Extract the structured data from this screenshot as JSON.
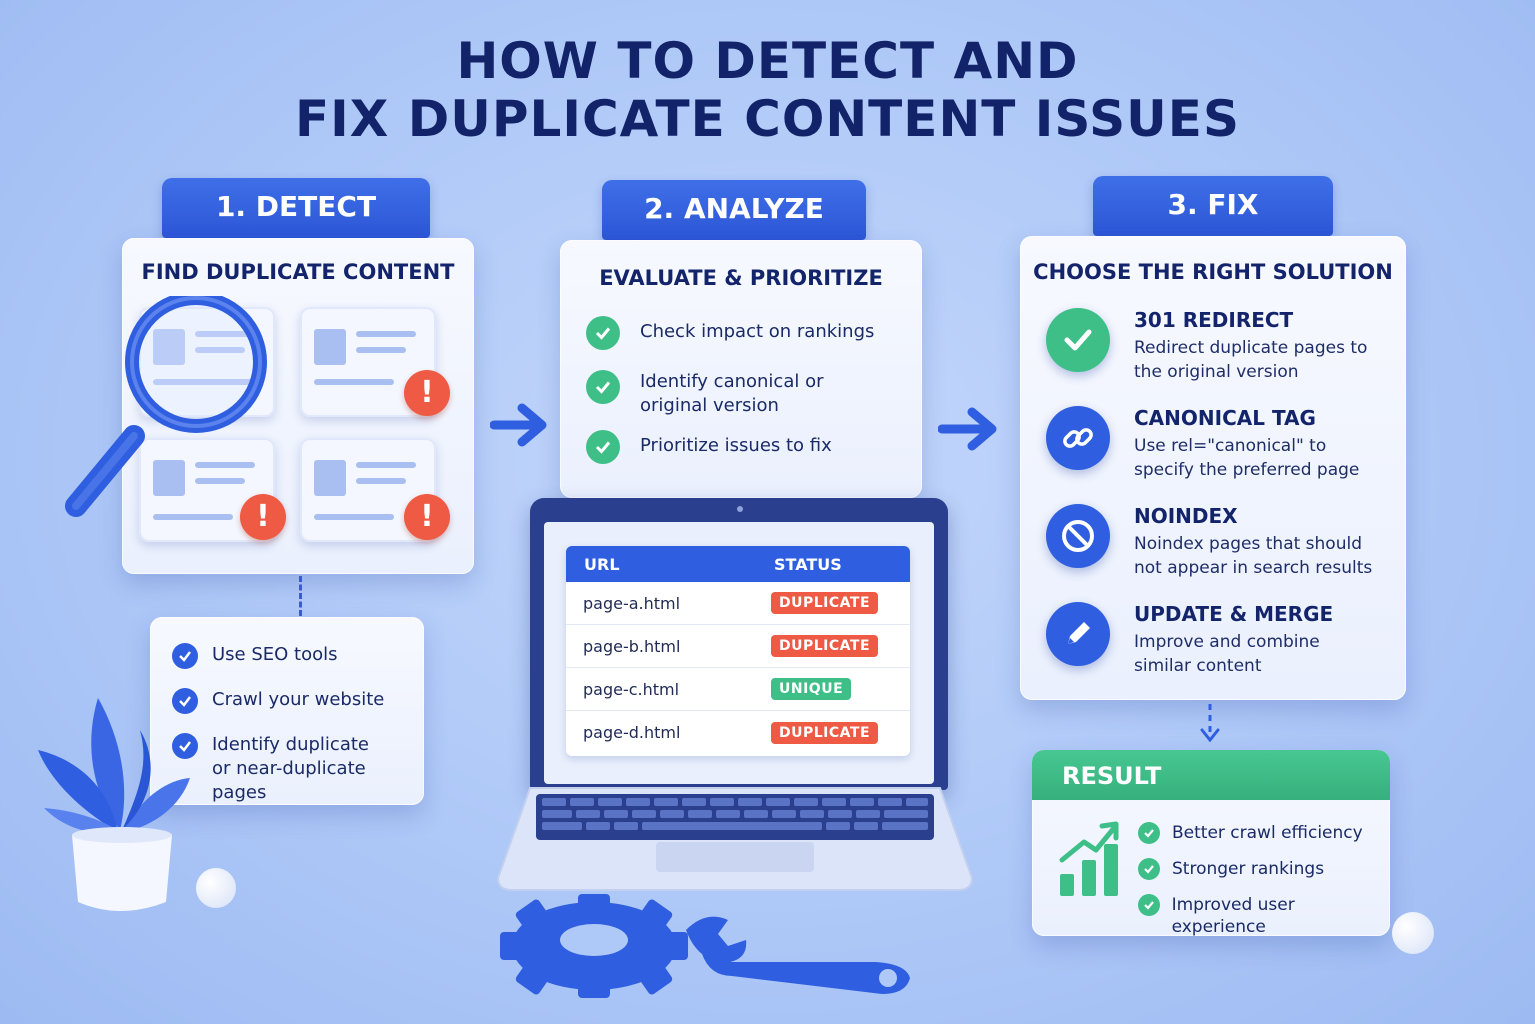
{
  "title": {
    "line1": "HOW TO DETECT AND",
    "line2": "FIX DUPLICATE CONTENT ISSUES"
  },
  "detect": {
    "tab": "1. DETECT",
    "heading": "FIND DUPLICATE CONTENT",
    "alert_symbol": "!",
    "items": [
      {
        "text": "Use SEO tools"
      },
      {
        "text": "Crawl your website"
      },
      {
        "text": "Identify duplicate or near-duplicate pages"
      }
    ]
  },
  "analyze": {
    "tab": "2. ANALYZE",
    "heading": "EVALUATE & PRIORITIZE",
    "items": [
      {
        "text": "Check impact on rankings"
      },
      {
        "text": "Identify canonical or original version"
      },
      {
        "text": "Prioritize issues to fix"
      }
    ],
    "table": {
      "headers": [
        "URL",
        "STATUS"
      ],
      "rows": [
        {
          "url": "page-a.html",
          "status": "DUPLICATE"
        },
        {
          "url": "page-b.html",
          "status": "DUPLICATE"
        },
        {
          "url": "page-c.html",
          "status": "UNIQUE"
        },
        {
          "url": "page-d.html",
          "status": "DUPLICATE"
        }
      ]
    }
  },
  "fix": {
    "tab": "3. FIX",
    "heading": "CHOOSE THE RIGHT SOLUTION",
    "options": [
      {
        "title": "301 REDIRECT",
        "desc": "Redirect duplicate pages to the original version",
        "icon": "check-icon",
        "color": "#3fbf88"
      },
      {
        "title": "CANONICAL TAG",
        "desc": "Use rel=\"canonical\" to specify the preferred page",
        "icon": "link-icon",
        "color": "#2f5fe0"
      },
      {
        "title": "NOINDEX",
        "desc": "Noindex pages that should not appear in search results",
        "icon": "prohibited-icon",
        "color": "#2f5fe0"
      },
      {
        "title": "UPDATE & MERGE",
        "desc": "Improve and combine similar content",
        "icon": "pencil-icon",
        "color": "#2f5fe0"
      }
    ]
  },
  "result": {
    "heading": "RESULT",
    "items": [
      {
        "text": "Better crawl efficiency"
      },
      {
        "text": "Stronger rankings"
      },
      {
        "text": "Improved user experience"
      }
    ]
  },
  "colors": {
    "accent": "#2f5fe0",
    "success": "#3fbf88",
    "danger": "#ee5a43",
    "navy": "#14246b"
  }
}
